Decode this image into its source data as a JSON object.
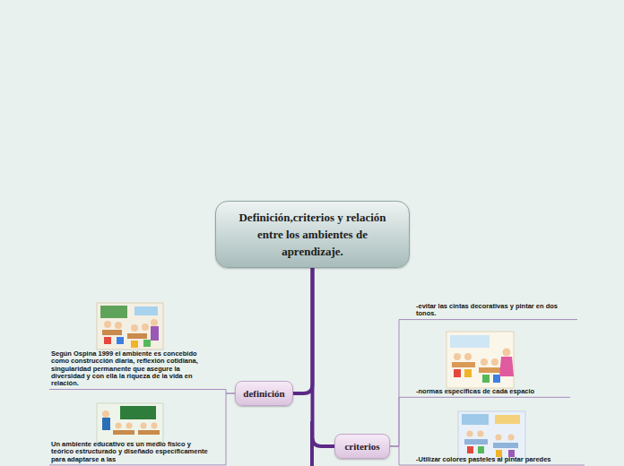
{
  "diagram": {
    "nodes": [
      {
        "text": [
          "Definición,criterios y relación entre los ambientes de aprendizaje."
        ]
      },
      {
        "text": [
          "definición"
        ]
      },
      {
        "text": [
          "Según Ospina 1999 el ambiente es concebido como construcción diaria, reflexión cotidiana, singularidad permanente que asegure la diversidad y con ella la riqueza de la vida en relación."
        ]
      },
      {
        "text": [
          "Un ambiente educativo es un medio físico y teórico estructurado y diseñado específicamente para adaptarse a las"
        ]
      },
      {
        "text": [
          "criterios"
        ]
      },
      {
        "text": [
          "-evitar las cintas decorativas y pintar en dos tonos."
        ]
      },
      {
        "text": [
          "-normas especificas de cada espacio"
        ]
      },
      {
        "text": [
          "-Utilizar colores pasteles al pintar paredes"
        ]
      }
    ],
    "edges": [
      {
        "from": 0,
        "to": 1,
        "arrow": "none"
      },
      {
        "from": 0,
        "to": 4,
        "arrow": "none"
      },
      {
        "from": 1,
        "to": 2,
        "arrow": "none"
      },
      {
        "from": 1,
        "to": 3,
        "arrow": "none"
      },
      {
        "from": 4,
        "to": 5,
        "arrow": "none"
      },
      {
        "from": 4,
        "to": 6,
        "arrow": "none"
      },
      {
        "from": 4,
        "to": 7,
        "arrow": "none"
      }
    ]
  }
}
